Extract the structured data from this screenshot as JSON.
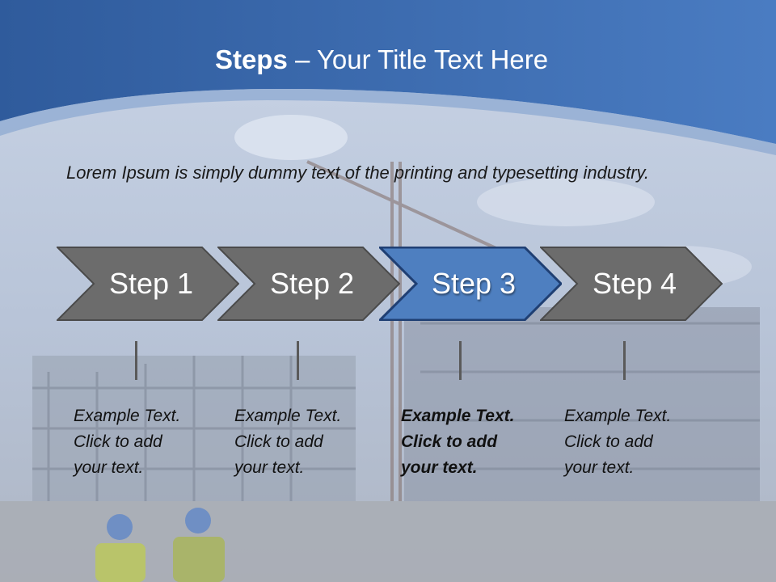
{
  "title": {
    "bold": "Steps",
    "rest": " – Your Title Text Here"
  },
  "intro": "Lorem Ipsum is simply dummy text of the printing and typesetting industry.",
  "steps": [
    {
      "label": "Step 1",
      "desc": [
        "Example Text.",
        "Click  to add",
        "your text."
      ]
    },
    {
      "label": "Step 2",
      "desc": [
        "Example Text.",
        "Click  to add",
        "your text."
      ]
    },
    {
      "label": "Step 3",
      "desc": [
        "Example Text.",
        "Click  to add",
        "your text."
      ]
    },
    {
      "label": "Step 4",
      "desc": [
        "Example Text.",
        "Click  to add",
        "your text."
      ]
    }
  ],
  "active_step": "Step 3",
  "colors": {
    "header_blue": "#3b6db0",
    "active_step": "#4e7fc0",
    "step": "#6c6c6c"
  }
}
